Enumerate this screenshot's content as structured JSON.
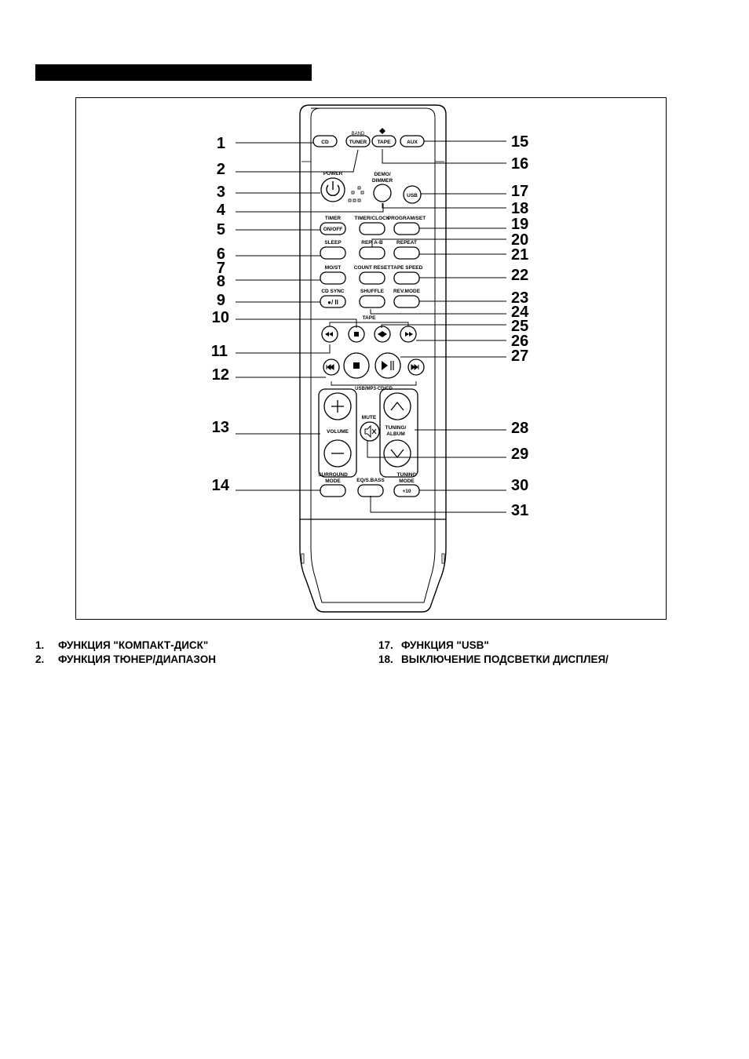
{
  "remote": {
    "labels": {
      "cd": "CD",
      "band": "BAND",
      "tuner": "TUNER",
      "tape": "TAPE",
      "aux": "AUX",
      "power": "POWER",
      "demo_dimmer_1": "DEMO/",
      "demo_dimmer_2": "DIMMER",
      "usb": "USB",
      "timer": "TIMER",
      "on_off": "ON/OFF",
      "timer_clock": "TIMER/CLOCK",
      "program_set": "PROGRAM/SET",
      "sleep": "SLEEP",
      "rep_ab": "REP. A-B",
      "repeat": "REPEAT",
      "mo_st": "MO/ST",
      "count_reset": "COUNT RESET",
      "tape_speed": "TAPE SPEED",
      "cd_sync": "CD SYNC",
      "rec_pause": "●/ II",
      "shuffle": "SHUFFLE",
      "rev_mode": "REV.MODE",
      "tape_group": "TAPE",
      "usb_group": "USB/MP3-CD/CD",
      "volume": "VOLUME",
      "mute": "MUTE",
      "tuning_album_1": "TUNING/",
      "tuning_album_2": "ALBUM",
      "surround_1": "SURROUND",
      "surround_2": "MODE",
      "eq_sbass": "EQ/S.BASS",
      "tuning_mode_1": "TUNING",
      "tuning_mode_2": "MODE",
      "plus10": "+10"
    },
    "callouts": [
      "1",
      "2",
      "3",
      "4",
      "5",
      "6",
      "7",
      "8",
      "9",
      "10",
      "11",
      "12",
      "13",
      "14",
      "15",
      "16",
      "17",
      "18",
      "19",
      "20",
      "21",
      "22",
      "23",
      "24",
      "25",
      "26",
      "27",
      "28",
      "29",
      "30",
      "31"
    ]
  },
  "captions": {
    "left": [
      {
        "num": "1.",
        "text": "ФУНКЦИЯ \"КОМПАКТ-ДИСК\""
      },
      {
        "num": "2.",
        "text": "ФУНКЦИЯ ТЮНЕР/ДИАПАЗОН"
      }
    ],
    "right": [
      {
        "num": "17.",
        "text": "ФУНКЦИЯ \"USB\""
      },
      {
        "num": "18.",
        "text": "ВЫКЛЮЧЕНИЕ ПОДСВЕТКИ ДИСПЛЕЯ/"
      }
    ]
  }
}
